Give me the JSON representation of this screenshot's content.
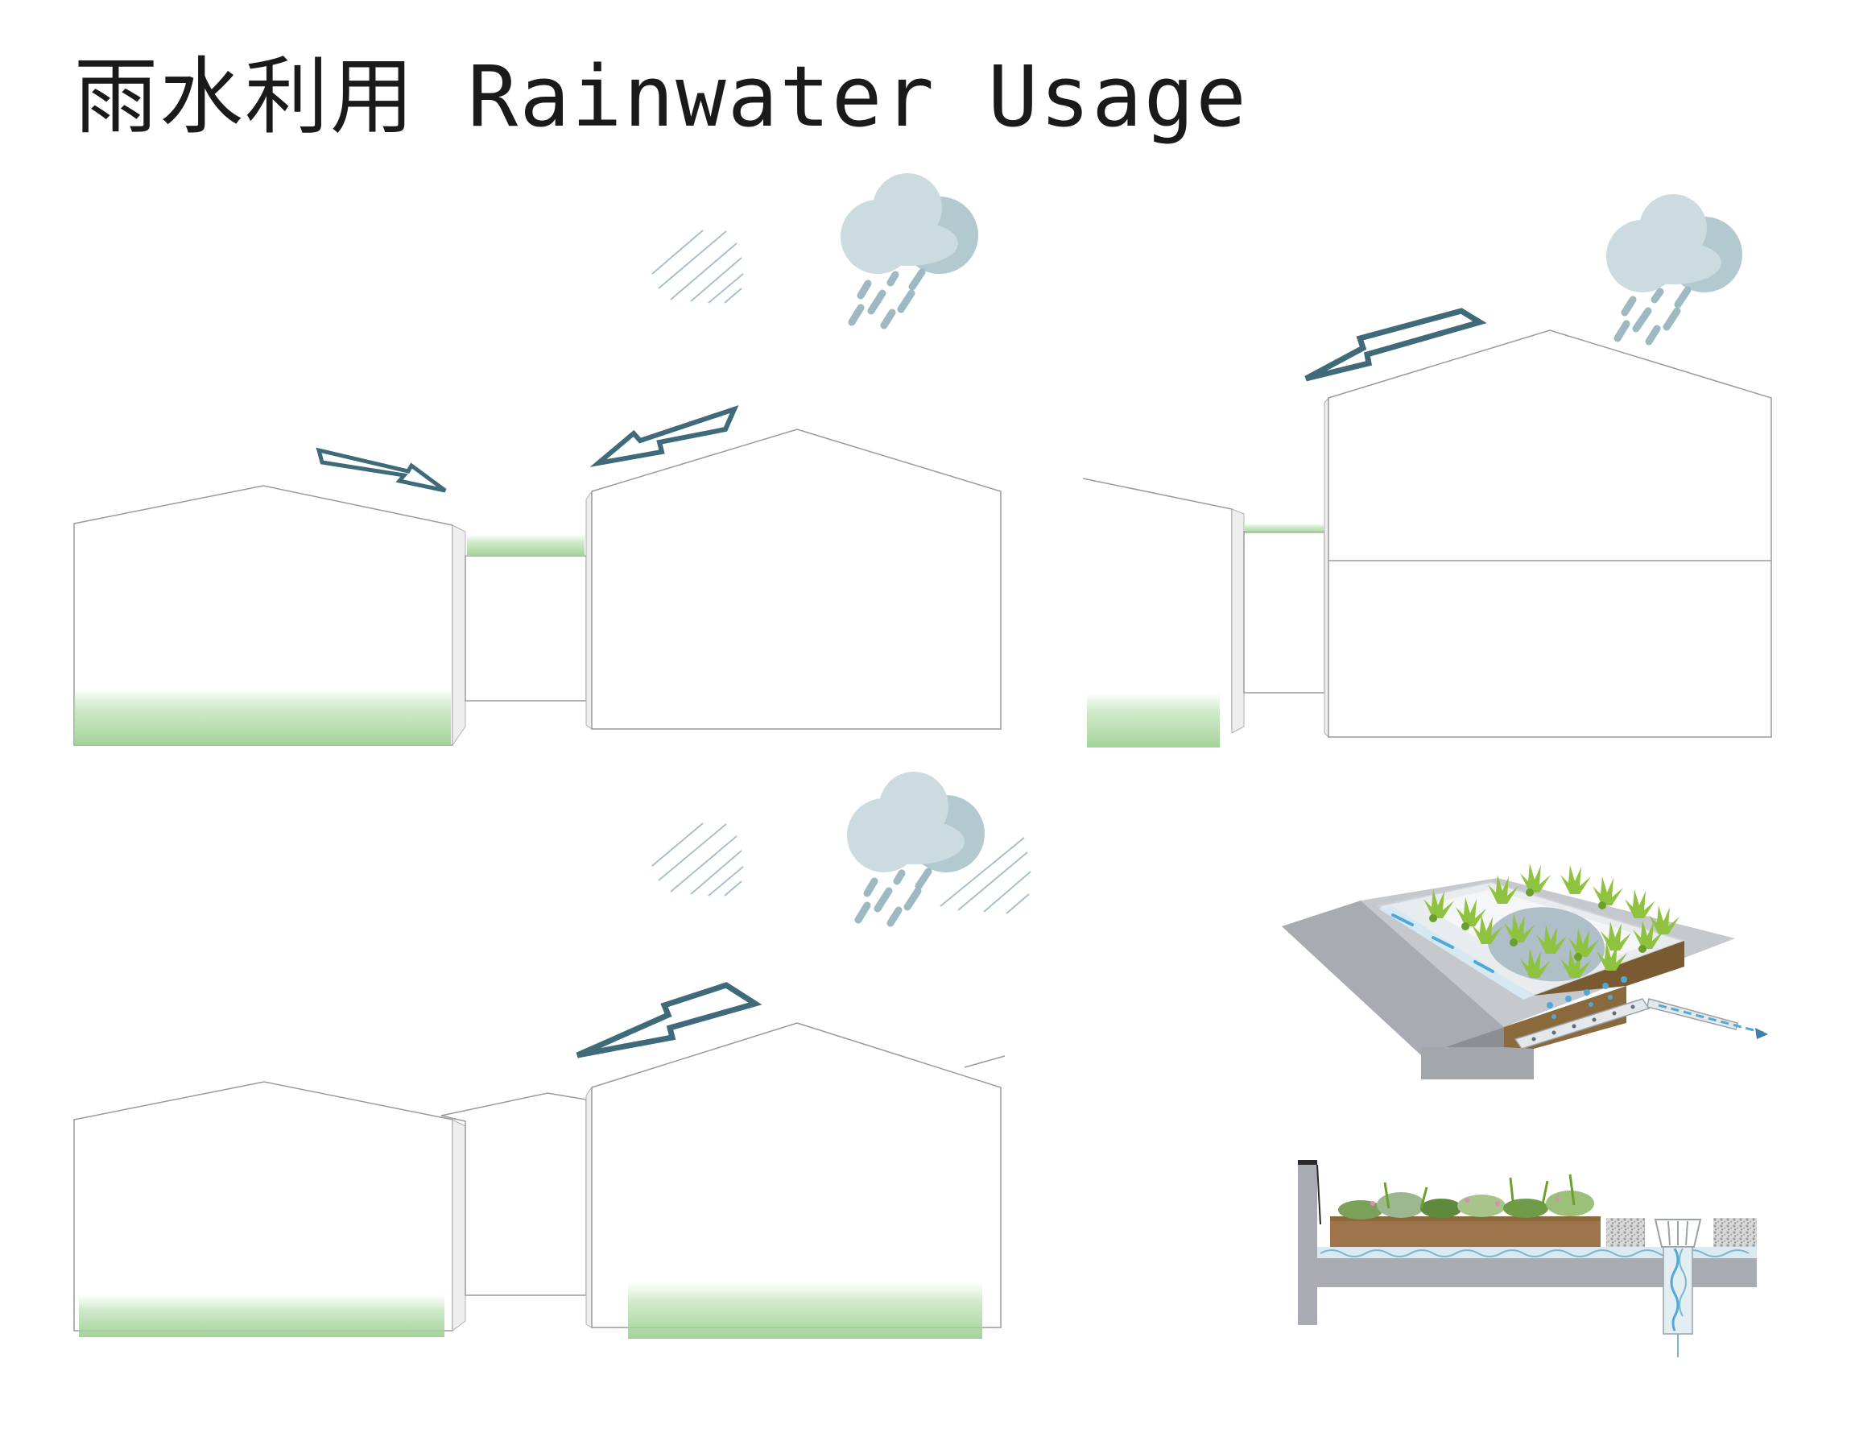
{
  "title": "雨水利用 Rainwater Usage",
  "colors": {
    "arrow": "#3f6a7a",
    "cloud_light": "#cbdbe0",
    "cloud_dark": "#b3c9d0",
    "rain": "#9fb9c3",
    "grass": "#a9d89f",
    "outline": "#9a9a9a",
    "concrete": "#b1b4b9",
    "soil": "#8a6a3c",
    "water": "#4fa9d4"
  },
  "icons": [
    "cloud-icon",
    "rain-icon",
    "flow-arrow-icon",
    "grass-icon",
    "green-roof-detail",
    "planter-section-detail"
  ]
}
